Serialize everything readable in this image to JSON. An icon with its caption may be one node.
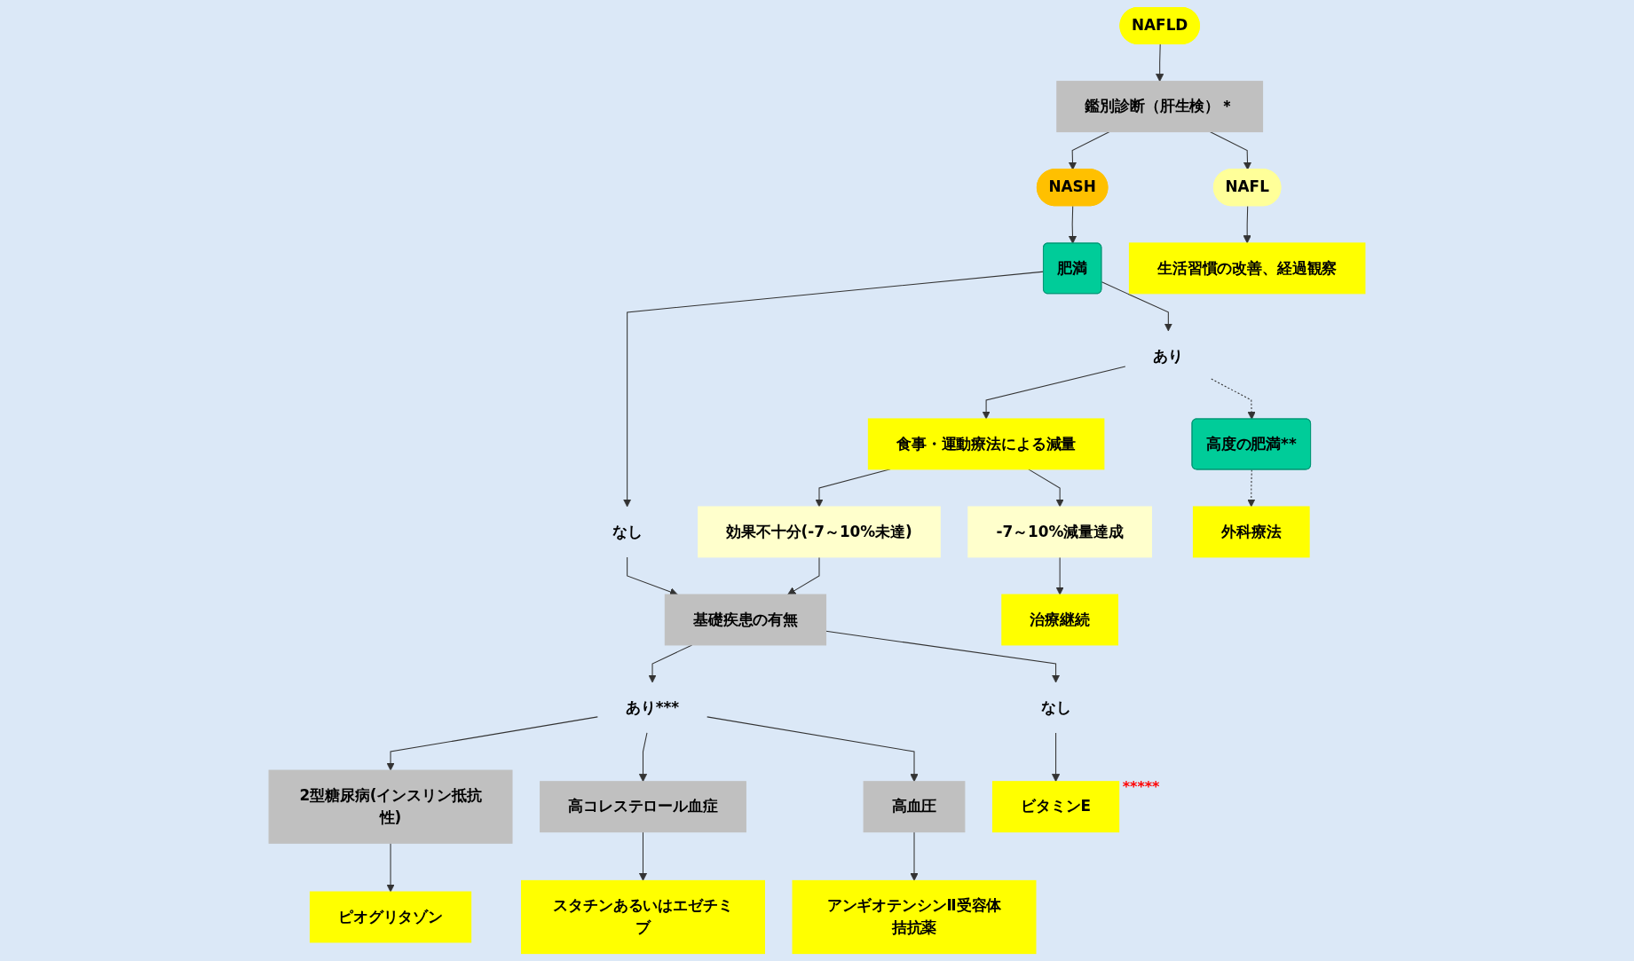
{
  "diagram": {
    "nodes": [
      {
        "text": [
          "NAFLD"
        ]
      },
      {
        "text": [
          "鑑別診断（肝生検）＊"
        ]
      },
      {
        "text": [
          "NAFL"
        ]
      },
      {
        "text": [
          "NASH"
        ]
      },
      {
        "text": [
          "生活習慣の改善、経過観察"
        ]
      },
      {
        "text": [
          "肥満"
        ]
      },
      {
        "text": [
          "あり"
        ]
      },
      {
        "text": [
          "なし"
        ]
      },
      {
        "text": [
          "高度の肥満**"
        ]
      },
      {
        "text": [
          "食事・運動療法による減量"
        ]
      },
      {
        "text": [
          "基礎疾患の有無"
        ]
      },
      {
        "text": [
          "-7～10%減量達成"
        ]
      },
      {
        "text": [
          "効果不十分(-7～10%未達)"
        ]
      },
      {
        "text": [
          "なし"
        ]
      },
      {
        "text": [
          "あり***"
        ]
      },
      {
        "text": [
          "外科療法"
        ]
      },
      {
        "text": [
          "治療継続"
        ]
      },
      {
        "text": [
          "2型糖尿病(インスリン抵抗性)"
        ]
      },
      {
        "text": [
          "高コレステロール血症"
        ]
      },
      {
        "text": [
          "高血圧"
        ]
      },
      {
        "text": [
          "ビタミンE"
        ],
        "beside": [
          "*****"
        ]
      },
      {
        "text": [
          "ピオグリタゾン"
        ]
      },
      {
        "text": [
          "スタチンあるいはエゼチミブ"
        ]
      },
      {
        "text": [
          "アンギオテンシンⅡ受容体拮抗薬"
        ]
      }
    ],
    "edges": [
      {
        "from": 0,
        "to": 1,
        "arrow": "to"
      },
      {
        "from": 1,
        "to": 2,
        "arrow": "to"
      },
      {
        "from": 1,
        "to": 3,
        "arrow": "to"
      },
      {
        "from": 2,
        "to": 4,
        "arrow": "to"
      },
      {
        "from": 3,
        "to": 5,
        "arrow": "to"
      },
      {
        "from": 5,
        "to": 6,
        "arrow": "to"
      },
      {
        "from": 5,
        "to": 7,
        "arrow": "to"
      },
      {
        "from": 6,
        "to": 8,
        "arrow": "to",
        "style": "dashed"
      },
      {
        "from": 6,
        "to": 9,
        "arrow": "to"
      },
      {
        "from": 7,
        "to": 10,
        "arrow": "to"
      },
      {
        "from": 9,
        "to": 11,
        "arrow": "to"
      },
      {
        "from": 9,
        "to": 12,
        "arrow": "to"
      },
      {
        "from": 12,
        "to": 10,
        "arrow": "to"
      },
      {
        "from": 10,
        "to": 13,
        "arrow": "to"
      },
      {
        "from": 10,
        "to": 14,
        "arrow": "to"
      },
      {
        "from": 8,
        "to": 15,
        "arrow": "to",
        "style": "dashed"
      },
      {
        "from": 11,
        "to": 16,
        "arrow": "to"
      },
      {
        "from": 13,
        "to": 20,
        "arrow": "to"
      },
      {
        "from": 14,
        "to": 17,
        "arrow": "to"
      },
      {
        "from": 14,
        "to": 18,
        "arrow": "to"
      },
      {
        "from": 14,
        "to": 19,
        "arrow": "to"
      },
      {
        "from": 17,
        "to": 21,
        "arrow": "to"
      },
      {
        "from": 18,
        "to": 22,
        "arrow": "to"
      },
      {
        "from": 19,
        "to": 23,
        "arrow": "to"
      }
    ]
  }
}
